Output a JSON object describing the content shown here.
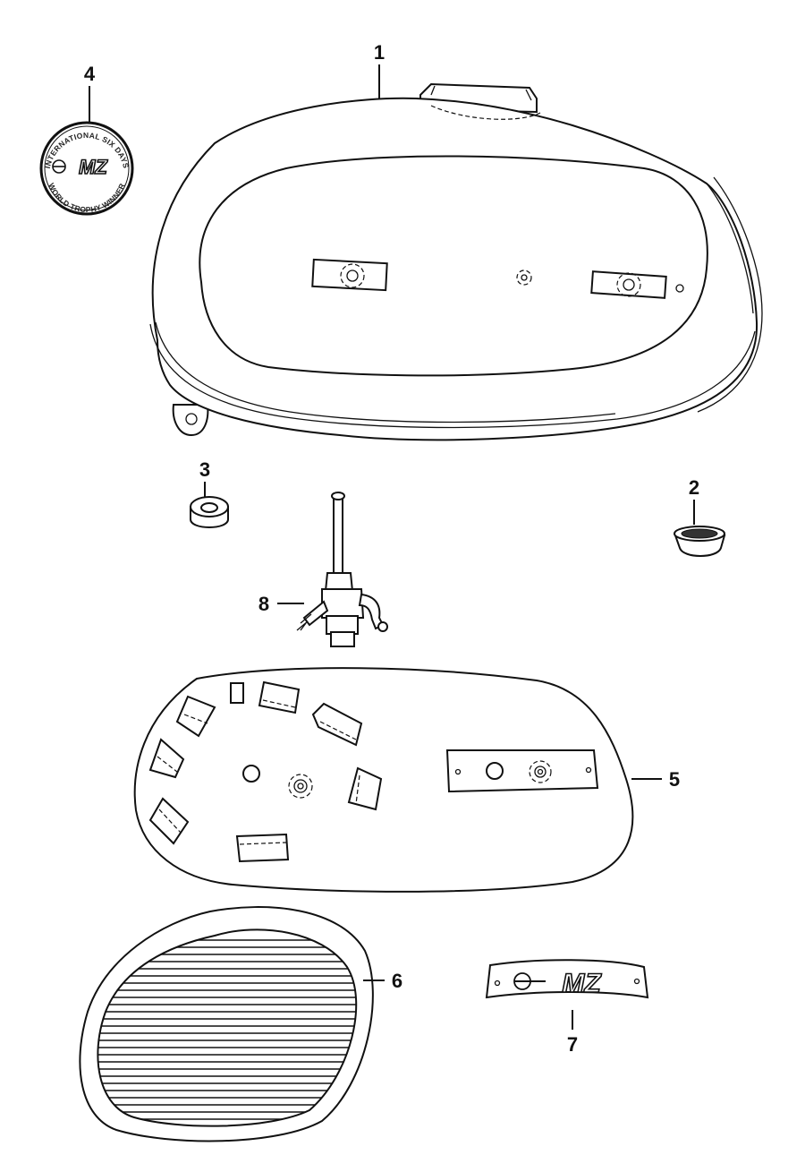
{
  "callouts": [
    {
      "id": "tank",
      "label": "1"
    },
    {
      "id": "cap",
      "label": "2"
    },
    {
      "id": "washer",
      "label": "3"
    },
    {
      "id": "badge",
      "label": "4"
    },
    {
      "id": "knee-pad-plate",
      "label": "5"
    },
    {
      "id": "knee-pad",
      "label": "6"
    },
    {
      "id": "emblem",
      "label": "7"
    },
    {
      "id": "fuel-tap",
      "label": "8"
    }
  ],
  "badge": {
    "arc_top": "INTERNATIONAL SIX DAYS",
    "arc_bottom": "WORLD TROPHY WINNER",
    "logo": "MZ"
  },
  "emblem": {
    "logo": "MZ"
  },
  "colors": {
    "line": "#111111",
    "background": "#ffffff"
  }
}
